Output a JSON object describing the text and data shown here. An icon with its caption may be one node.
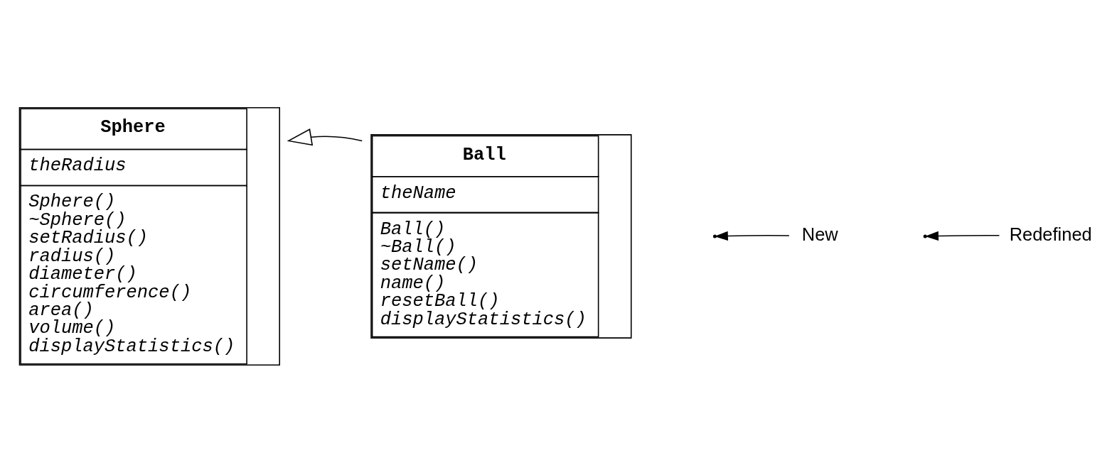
{
  "diagram": {
    "nodes": [
      {
        "text": [
          "Sphere",
          "theRadius",
          "Sphere()",
          "~Sphere()",
          "setRadius()",
          "radius()",
          "diameter()",
          "circumference()",
          "area()",
          "volume()",
          "displayStatistics()"
        ]
      },
      {
        "text": [
          "Ball",
          "theName",
          "Ball()",
          "~Ball()",
          "setName()",
          "name()",
          "resetBall()",
          "displayStatistics()"
        ]
      },
      {
        "text": [
          "New"
        ]
      },
      {
        "text": [
          "Redefined"
        ]
      }
    ],
    "edges": [
      {
        "from": 1,
        "to": 0,
        "arrow": "to"
      },
      {
        "from": 2,
        "to": null,
        "arrow": "to"
      },
      {
        "from": 3,
        "to": null,
        "arrow": "to"
      }
    ]
  }
}
